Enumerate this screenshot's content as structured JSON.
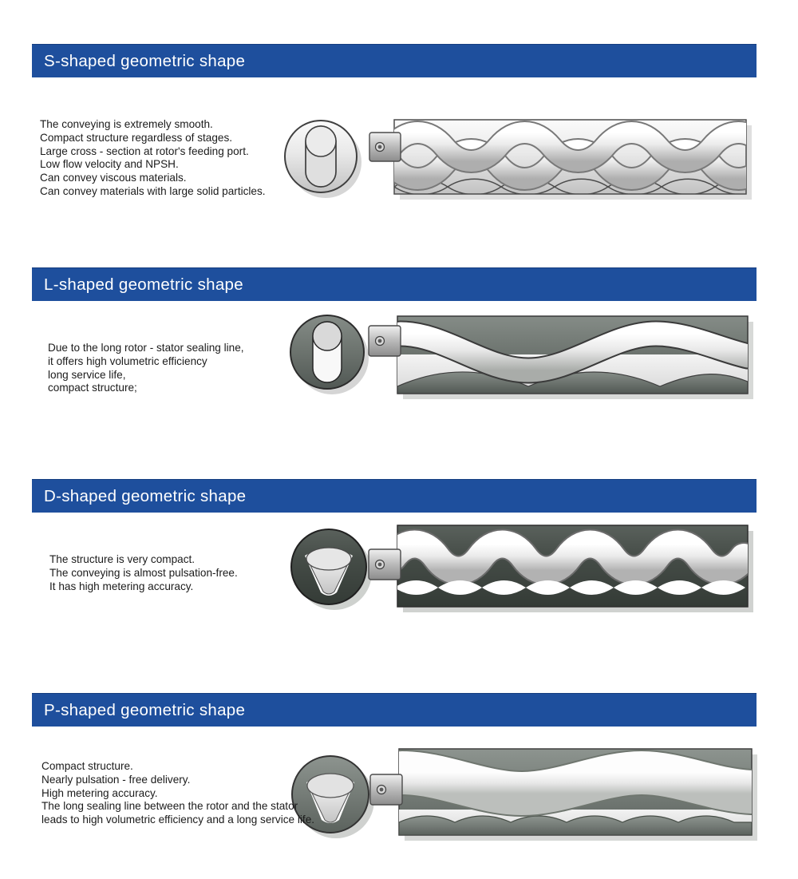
{
  "page_type": "pump rotor geometry brochure page",
  "colors": {
    "banner_bg": "#1e4f9d",
    "banner_text": "#ffffff",
    "body_text": "#1b1b1b",
    "stator_gray": "#6c736e",
    "stator_dark": "#454c47",
    "stator_medium": "#757c77",
    "metal_light": "#e9e9e9"
  },
  "sections": [
    {
      "title": "S-shaped geometric shape",
      "description_lines": [
        "The conveying is extremely smooth.",
        "Compact structure regardless of stages.",
        "Large cross - section at rotor's feeding port.",
        "Low flow velocity and NPSH.",
        "Can convey viscous materials.",
        "Can convey materials with large solid particles."
      ],
      "illustration": {
        "cross_section_icon": "s-shape-cross-section-icon",
        "assembly_icon": "s-shape-rotor-stator-icon"
      }
    },
    {
      "title": "L-shaped geometric shape",
      "description_lines": [
        "Due to the long rotor - stator sealing line,",
        "it offers high volumetric efficiency",
        "long service life,",
        "compact structure;"
      ],
      "illustration": {
        "cross_section_icon": "l-shape-cross-section-icon",
        "assembly_icon": "l-shape-rotor-stator-icon"
      }
    },
    {
      "title": "D-shaped geometric shape",
      "description_lines": [
        "The structure is very compact.",
        "The conveying is almost pulsation-free.",
        "It has high metering accuracy."
      ],
      "illustration": {
        "cross_section_icon": "d-shape-cross-section-icon",
        "assembly_icon": "d-shape-rotor-stator-icon"
      }
    },
    {
      "title": "P-shaped geometric shape",
      "description_lines": [
        "Compact structure.",
        "Nearly pulsation - free delivery.",
        "High metering accuracy.",
        "The long sealing line between the rotor and the stator",
        "leads to high volumetric efficiency and a long service life."
      ],
      "illustration": {
        "cross_section_icon": "p-shape-cross-section-icon",
        "assembly_icon": "p-shape-rotor-stator-icon"
      }
    }
  ]
}
